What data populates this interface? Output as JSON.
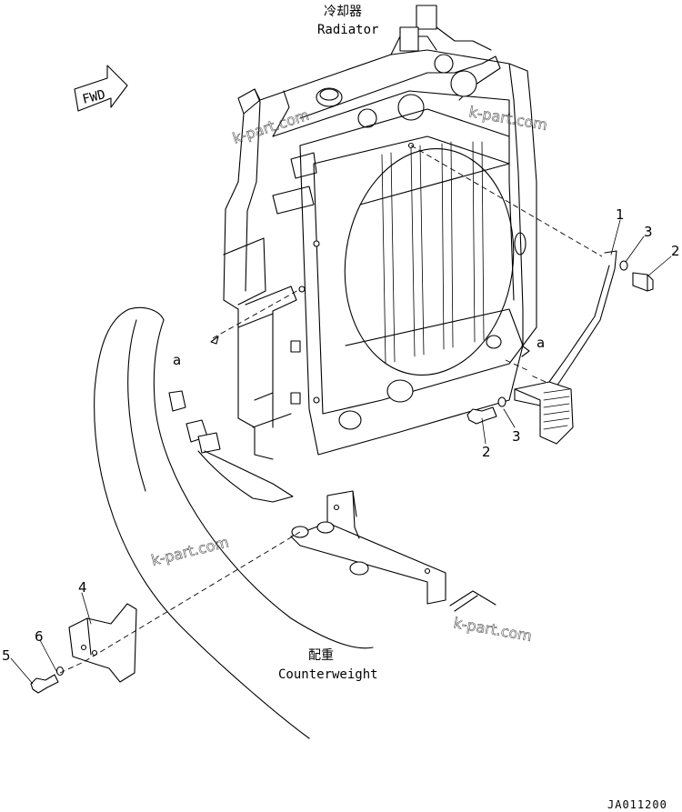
{
  "labels": {
    "radiator_ja": "冷却器",
    "radiator_en": "Radiator",
    "counterweight_ja": "配重",
    "counterweight_en": "Counterweight",
    "fwd": "FWD",
    "view_a_left": "a",
    "view_a_right": "a",
    "drawing_code": "JA011200"
  },
  "callouts": {
    "c1": "1",
    "c2_top": "2",
    "c2_bottom": "2",
    "c3_top": "3",
    "c3_bottom": "3",
    "c4": "4",
    "c5": "5",
    "c6": "6"
  },
  "watermarks": [
    "k-part.com",
    "k-part.com",
    "k-part.com",
    "k-part.com"
  ]
}
